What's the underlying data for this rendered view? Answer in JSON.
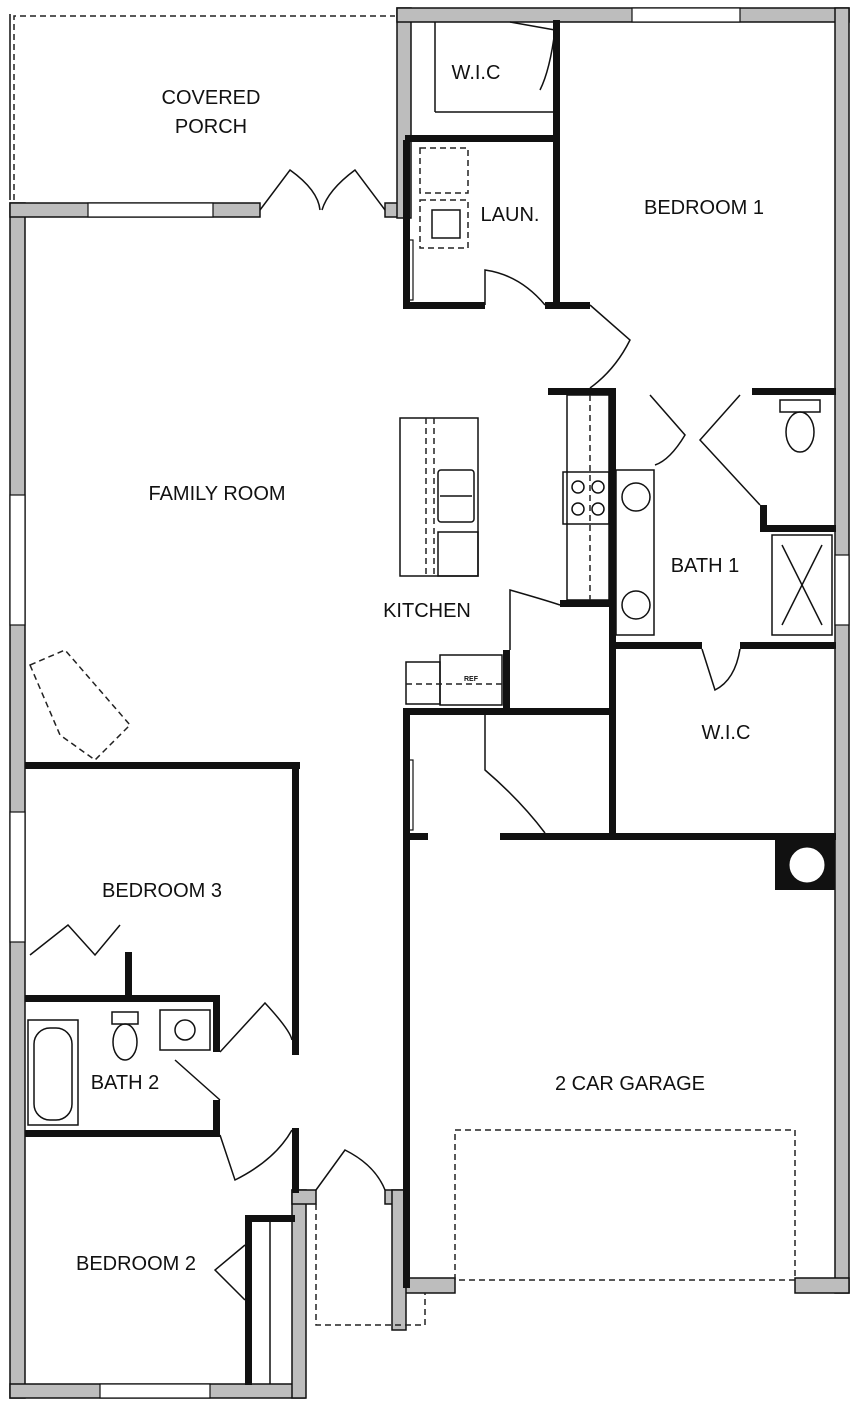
{
  "rooms": {
    "covered_porch_line1": "COVERED",
    "covered_porch_line2": "PORCH",
    "wic_top": "W.I.C",
    "laundry": "LAUN.",
    "bedroom1": "BEDROOM 1",
    "family_room": "FAMILY ROOM",
    "kitchen": "KITCHEN",
    "bath1": "BATH 1",
    "wic_master": "W.I.C",
    "bedroom3": "BEDROOM 3",
    "bath2": "BATH 2",
    "garage": "2 CAR GARAGE",
    "bedroom2": "BEDROOM 2",
    "ref": "REF"
  },
  "colors": {
    "wall": "#111111",
    "exterior_wall_fill": "#bdbdbd",
    "background": "#ffffff"
  }
}
